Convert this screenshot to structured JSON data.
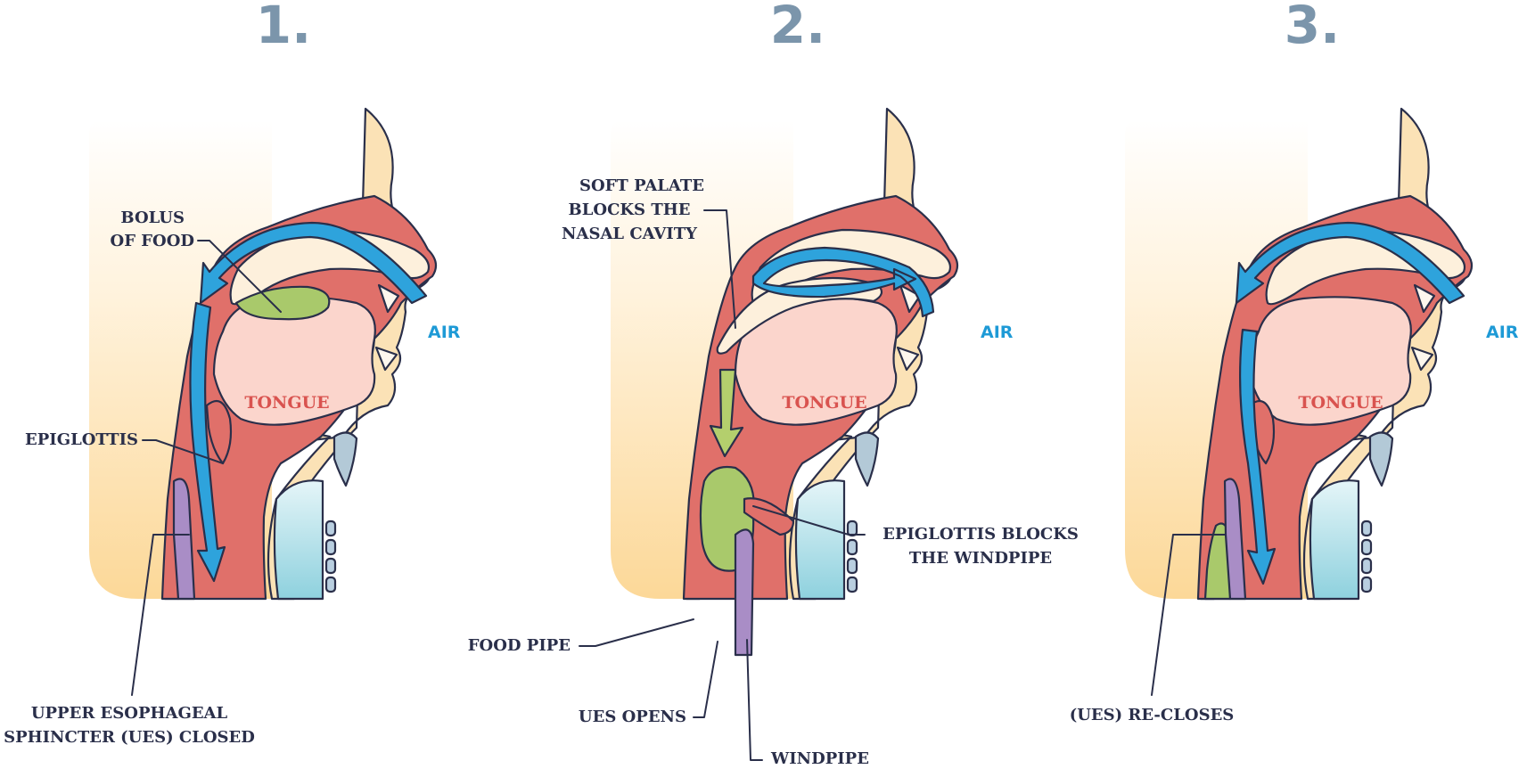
{
  "colors": {
    "bg_top": "#fff6e8",
    "bg_bottom": "#fcd898",
    "skin": "#fbe2b6",
    "pharynx": "#e0706a",
    "palate": "#e67c77",
    "palate_shelf": "#fdf0dc",
    "tongue": "#fbd5cc",
    "bolus": "#a9c96b",
    "epiglottis": "#b3c9d7",
    "windpipe": "#a6dde6",
    "ues": "#a98dc6",
    "vertebra": "#b9cfe0",
    "air": "#2ea3dc",
    "food_arrow": "#b4cf6d",
    "outline": "#2a2f4a",
    "step_number": "#7b95ab"
  },
  "steps": [
    {
      "number": "1.",
      "tongue": "TONGUE",
      "air": "AIR",
      "labels": {
        "bolus": "BOLUS\nOF FOOD",
        "epiglottis": "EPIGLOTTIS",
        "ues": "UPPER ESOPHAGEAL\nSPHINCTER (UES) CLOSED"
      }
    },
    {
      "number": "2.",
      "tongue": "TONGUE",
      "air": "AIR",
      "labels": {
        "soft_palate": "SOFT PALATE\nBLOCKS THE\nNASAL CAVITY",
        "epiglottis": "EPIGLOTTIS BLOCKS\nTHE WINDPIPE",
        "food_pipe": "FOOD PIPE",
        "ues": "UES OPENS",
        "windpipe": "WINDPIPE"
      }
    },
    {
      "number": "3.",
      "tongue": "TONGUE",
      "air": "AIR",
      "labels": {
        "ues": "(UES) RE-CLOSES"
      }
    }
  ]
}
